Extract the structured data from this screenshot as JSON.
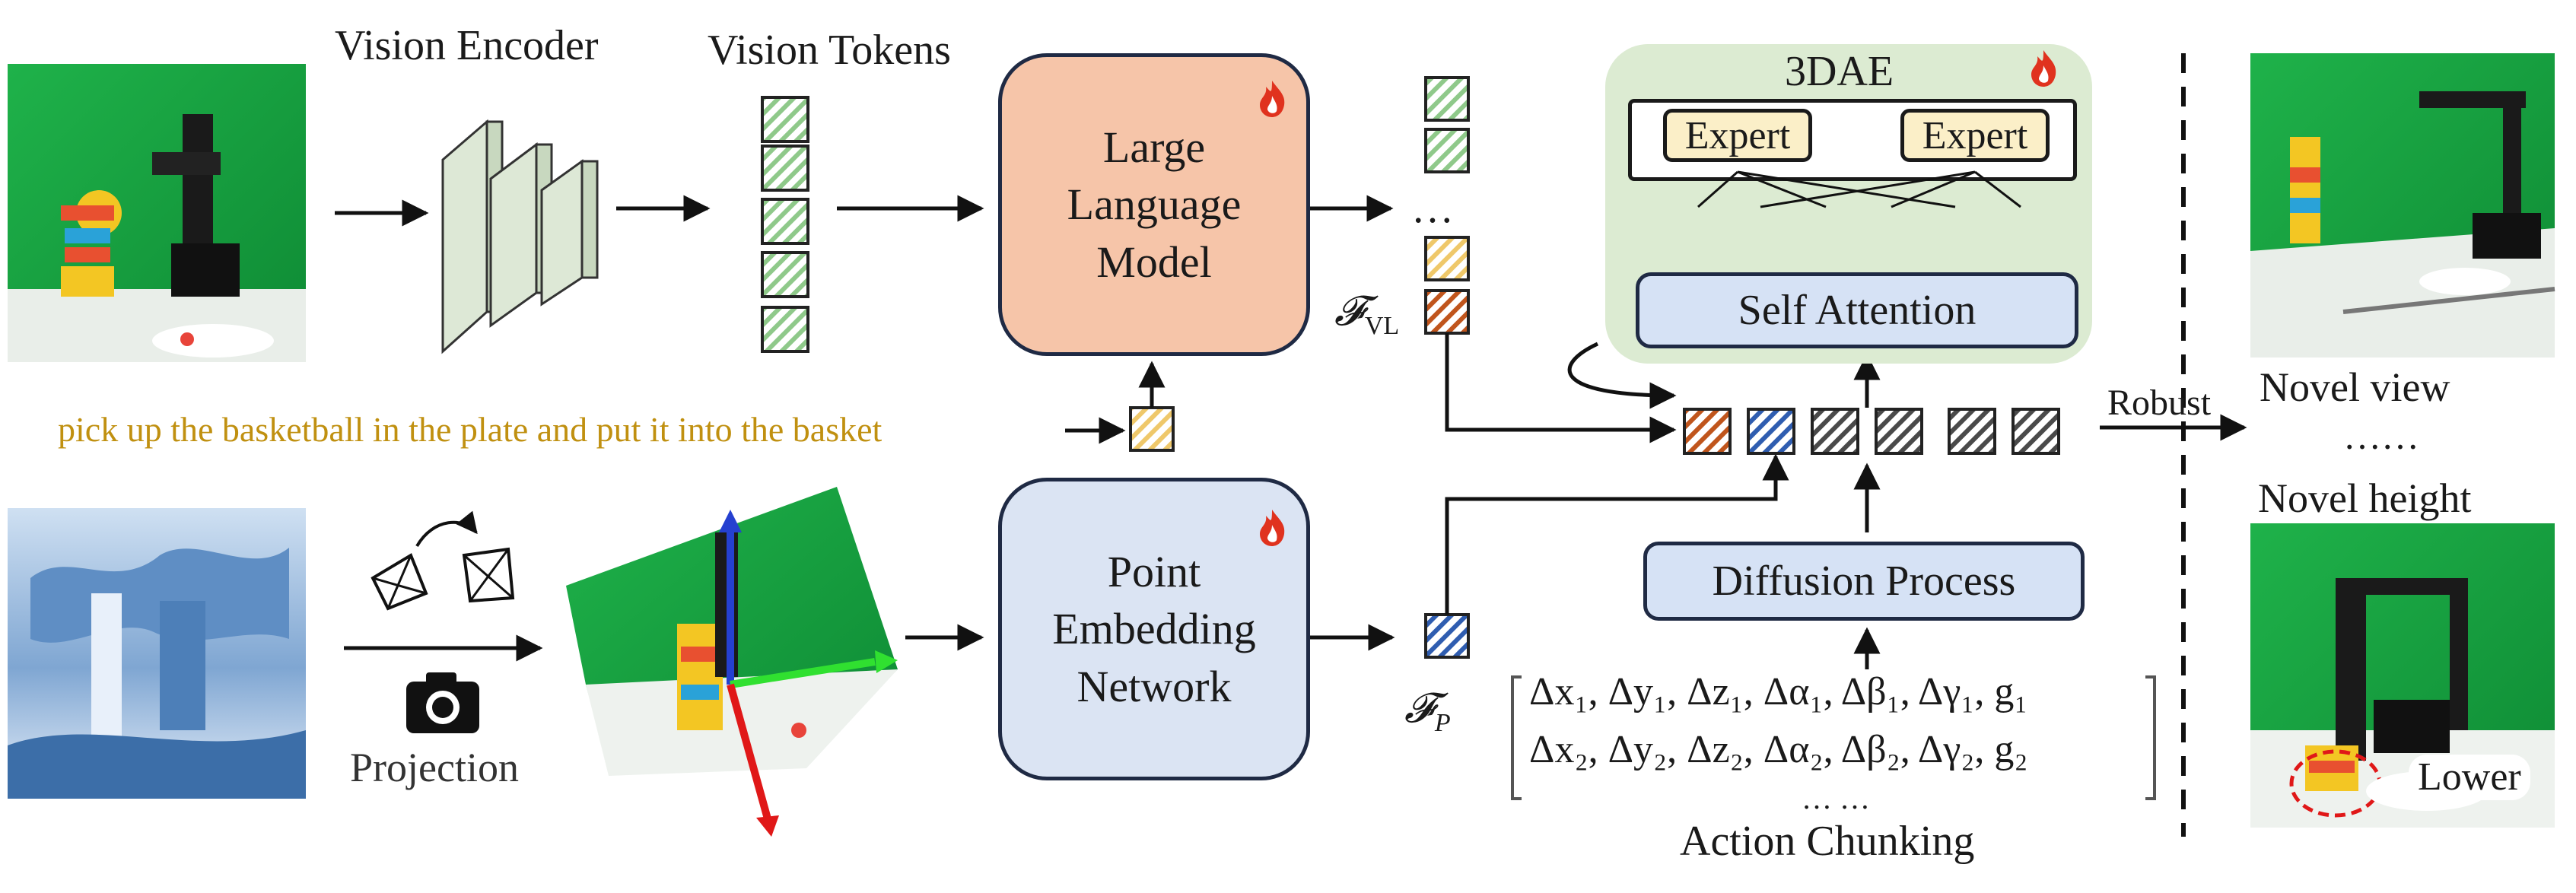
{
  "header": {
    "vision_encoder": "Vision Encoder",
    "vision_tokens": "Vision Tokens"
  },
  "llm": {
    "line1": "Large",
    "line2": "Language",
    "line3": "Model"
  },
  "pen": {
    "line1": "Point",
    "line2": "Embedding",
    "line3": "Network"
  },
  "instruction": "pick up the basketball in the plate and put it into the basket",
  "projection": "Projection",
  "dae": {
    "title": "3DAE",
    "expert_left": "Expert",
    "expert_right": "Expert",
    "self_attention": "Self Attention"
  },
  "f_vl": {
    "main": "𝓕",
    "sub": "VL"
  },
  "f_p": {
    "main": "𝓕",
    "sub": "P"
  },
  "diffusion": "Diffusion Process",
  "actions": {
    "row1": "Δx₁, Δy₁, Δz₁, Δα₁, Δβ₁, Δγ₁, g₁",
    "row2": "Δx₂, Δy₂, Δz₂, Δα₂, Δβ₂, Δγ₂, g₂",
    "ellipsis": "… …",
    "caption": "Action Chunking"
  },
  "dots": "…",
  "robust": "Robust",
  "novel_view": "Novel view",
  "novel_dots": "……",
  "novel_height": "Novel height",
  "lower": "Lower",
  "colors": {
    "token_green": "#8fc98a",
    "token_yellow": "#efc86a",
    "token_orange": "#c0551c",
    "token_blue": "#2f5db0",
    "token_gray": "#4a4a4a",
    "llm_fill": "#f6c5a9",
    "pen_fill": "#dbe4f3",
    "panel_green": "#dcebd2",
    "expert_fill": "#fbefc8",
    "prompt_text": "#c09010",
    "flame": "#e0321e"
  },
  "icons": [
    "flame-icon",
    "camera-icon",
    "camera-pose-icon",
    "arrow-icon"
  ]
}
